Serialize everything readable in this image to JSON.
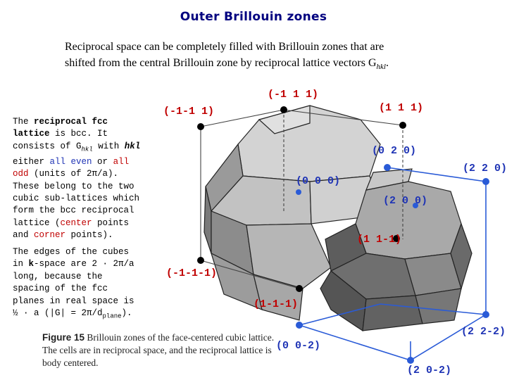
{
  "title": "Outer Brillouin zones",
  "intro": {
    "line1": "Reciprocal space can be completely filled with Brillouin zones that are",
    "line2_pre": "shifted from the central Brillouin zone by reciprocal lattice vectors G",
    "line2_sub": "hkl",
    "line2_post": "."
  },
  "side1": {
    "t1": "The ",
    "t2": "reciprocal fcc lattice",
    "t3": "is bcc. It consists of G",
    "t3_sub": "hkl",
    "t4": "with ",
    "t4_hkl": "hkl",
    "t4b": " either ",
    "t4_all_even": "all even",
    "t5": "or ",
    "t5_all_odd": "all odd",
    "t5b": " (units of 2π/a).",
    "t6": "These belong to the two cubic sub-lattices which form the bcc reciprocal lattice (",
    "t6_center": "center",
    "t6b": " points and ",
    "t6_corner": "corner",
    "t6c": " points)."
  },
  "side2": {
    "t1": "The edges of the cubes in ",
    "t1_k": "k",
    "t1b": "-space are 2 · 2π/a long, because the spacing of the fcc planes in real space is ½ · a  (|G| = 2π/d",
    "t1_sub": "plane",
    "t1c": ")."
  },
  "caption": {
    "fig": "Figure 15",
    "text": "  Brillouin zones of the face-centered cubic lattice. The cells are in reciprocal space, and the reciprocal lattice is body centered."
  },
  "labels": {
    "m111": "(-1 1 1)",
    "p111": "(1 1 1)",
    "mm11": "(-1-1 1)",
    "p020": "(0 2 0)",
    "p220": "(2 2 0)",
    "p000": "(0 0 0)",
    "p200": "(2 0 0)",
    "p11m1": "(1 1-1)",
    "mmm1": "(-1-1-1)",
    "p1m1m1": "(1-1-1)",
    "p22m2": "(2 2-2)",
    "p00m2": "(0 0-2)",
    "p20m2": "(2 0-2)"
  },
  "colors": {
    "title": "#00007f",
    "odd_point": "#000000",
    "even_point": "#2a5bd7",
    "label_red": "#c00000",
    "label_blue": "#1f34b5",
    "zone_light": "#bdbdbd",
    "zone_dark": "#6d6d6d"
  }
}
